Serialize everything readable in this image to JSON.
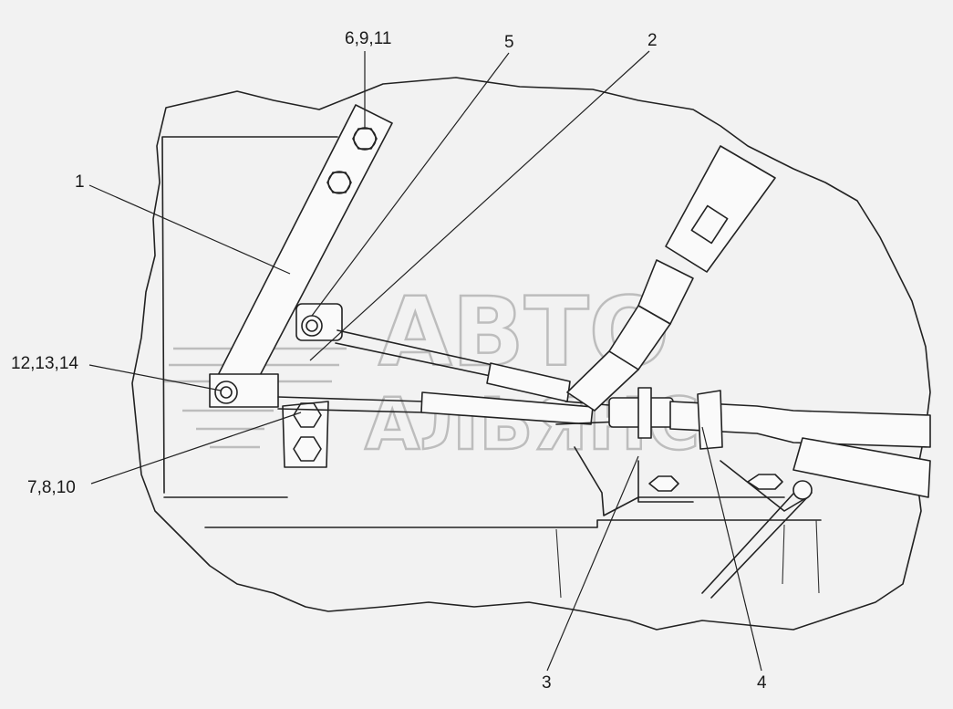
{
  "callouts": {
    "c1": "1",
    "c2": "2",
    "c3": "3",
    "c4": "4",
    "c5": "5",
    "c6911": "6,9,11",
    "c121314": "12,13,14",
    "c7810": "7,8,10"
  },
  "watermark": {
    "line1": "АВТО",
    "line2": "АЛЬЯНС"
  },
  "colors": {
    "background": "#f2f2f2",
    "line": "#222222",
    "watermark": "#bdbdbd"
  }
}
